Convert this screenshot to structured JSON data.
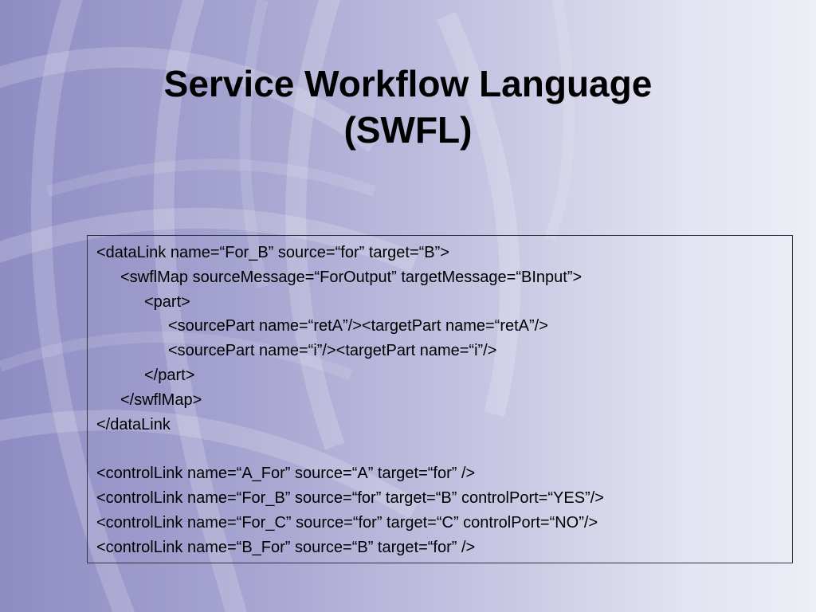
{
  "slide": {
    "title_line1": "Service Workflow Language",
    "title_line2": "(SWFL)",
    "code_lines": [
      {
        "indent": 0,
        "text": "<dataLink name=“For_B” source=“for” target=“B”>"
      },
      {
        "indent": 1,
        "text": "<swflMap sourceMessage=“ForOutput” targetMessage=“BInput”>"
      },
      {
        "indent": 2,
        "text": "<part>"
      },
      {
        "indent": 3,
        "text": "<sourcePart name=“retA”/><targetPart name=“retA”/>"
      },
      {
        "indent": 3,
        "text": "<sourcePart name=“i”/><targetPart name=“i”/>"
      },
      {
        "indent": 2,
        "text": "</part>"
      },
      {
        "indent": 1,
        "text": "</swflMap>"
      },
      {
        "indent": 0,
        "text": "</dataLink"
      },
      {
        "indent": 0,
        "text": ""
      },
      {
        "indent": 0,
        "text": "<controlLink name=“A_For” source=“A” target=“for” />"
      },
      {
        "indent": 0,
        "text": "<controlLink name=“For_B” source=“for” target=“B” controlPort=“YES”/>"
      },
      {
        "indent": 0,
        "text": "<controlLink name=“For_C” source=“for” target=“C” controlPort=“NO”/>"
      },
      {
        "indent": 0,
        "text": "<controlLink name=“B_For” source=“B” target=“for” />"
      }
    ]
  },
  "colors": {
    "background_left": "#8f8cc4",
    "background_right": "#eeeef6",
    "text": "#000000",
    "box_border": "#333344"
  }
}
